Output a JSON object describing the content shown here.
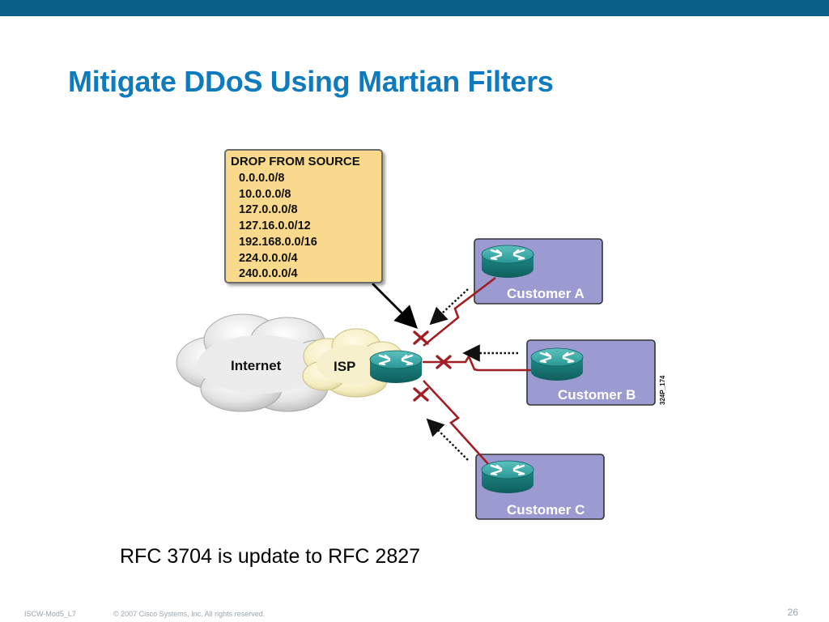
{
  "slide": {
    "title": "Mitigate DDoS Using Martian Filters",
    "note": "RFC 3704 is update to RFC 2827",
    "footer_left": "ISCW-Mod5_L7",
    "footer_copyright": "© 2007 Cisco Systems, Inc. All rights reserved.",
    "page_number": "26",
    "accent_color": "#0b6089",
    "title_color": "#0f7bbd"
  },
  "diagram": {
    "filter": {
      "header": "DROP FROM SOURCE",
      "prefixes": [
        "0.0.0.0/8",
        "10.0.0.0/8",
        "127.0.0.0/8",
        "127.16.0.0/12",
        "192.168.0.0/16",
        "224.0.0.0/4",
        "240.0.0.0/4"
      ]
    },
    "clouds": {
      "internet": "Internet",
      "isp": "ISP"
    },
    "customers": {
      "a": "Customer A",
      "b": "Customer B",
      "c": "Customer C"
    },
    "figure_id": "324P_174",
    "colors": {
      "link": "#a11f24",
      "customer_box": "#9b9bd2",
      "router": "#1f8f8f",
      "filter_box": "#f9d98c"
    }
  }
}
